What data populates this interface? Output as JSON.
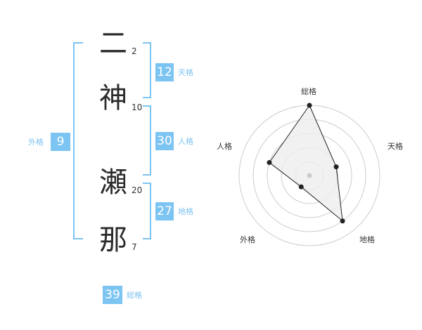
{
  "name": {
    "chars": [
      {
        "char": "二",
        "strokes": "2"
      },
      {
        "char": "神",
        "strokes": "10"
      },
      {
        "char": "瀬",
        "strokes": "20"
      },
      {
        "char": "那",
        "strokes": "7"
      }
    ]
  },
  "scores": {
    "tenkaku": {
      "value": "12",
      "label": "天格"
    },
    "jinkaku": {
      "value": "30",
      "label": "人格"
    },
    "chikaku": {
      "value": "27",
      "label": "地格"
    },
    "gaikaku": {
      "value": "9",
      "label": "外格"
    },
    "soukaku": {
      "value": "39",
      "label": "総格"
    }
  },
  "radar": {
    "axes": [
      "総格",
      "天格",
      "地格",
      "外格",
      "人格"
    ],
    "levels": [
      5,
      2,
      4,
      1,
      3
    ],
    "max": 5
  },
  "colors": {
    "accent": "#7cc4f2",
    "text": "#2b2b2b",
    "grid": "#cccccc",
    "fill": "#eeeeee"
  }
}
